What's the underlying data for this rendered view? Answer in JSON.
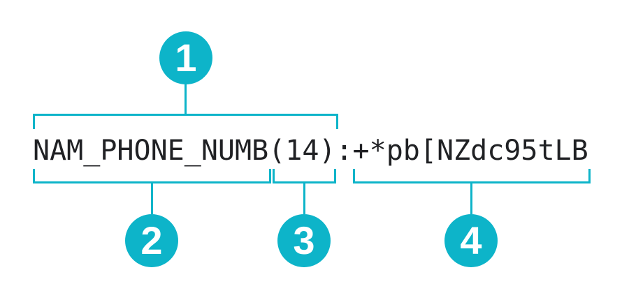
{
  "diagram": {
    "code_string": "NAM_PHONE_NUMB(14):+*pb[NZdc95tLB",
    "separator": ":",
    "accent_color": "#0db4c9",
    "text_color": "#202124",
    "background_color": "#ffffff",
    "annotations": [
      {
        "number": "1",
        "position": "top",
        "segment": "NAM_PHONE_NUMB(14)"
      },
      {
        "number": "2",
        "position": "bottom",
        "segment": "NAM_PHONE_NUMB"
      },
      {
        "number": "3",
        "position": "bottom",
        "segment": "(14)"
      },
      {
        "number": "4",
        "position": "bottom",
        "segment": "+*pb[NZdc95tLB"
      }
    ]
  }
}
